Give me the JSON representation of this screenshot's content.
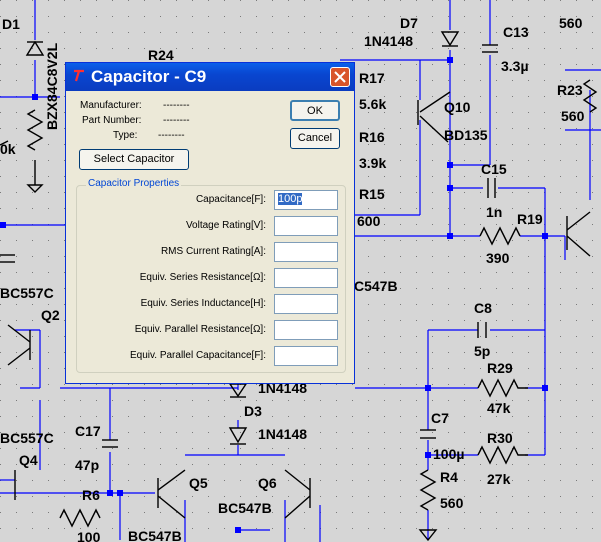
{
  "schematic": {
    "labels": {
      "d1": "D1",
      "zener": "BZX84C8V2L",
      "k_left": "0k",
      "r24": "R24",
      "d7": "D7",
      "d7_model": "1N4148",
      "c13": "C13",
      "c13_value": "3.3µ",
      "r_top_right_value": "560",
      "r23": "R23",
      "r23_value": "560",
      "r17": "R17",
      "r17_value": "5.6k",
      "q10": "Q10",
      "q10_model": "BD135",
      "r16": "R16",
      "r16_value": "3.9k",
      "c15": "C15",
      "c15_value": "1n",
      "r15": "R15",
      "r15_value": "600",
      "r19": "R19",
      "r19_value": "390",
      "bc557c_left": "BC557C",
      "q2": "Q2",
      "c547b_partial": "C547B",
      "c8": "C8",
      "c8_value": "5p",
      "r29": "R29",
      "r29_value": "47k",
      "n4148_partial": "1N4148",
      "d3": "D3",
      "d3_model": "1N4148",
      "c7": "C7",
      "c7_value": "100µ",
      "r30": "R30",
      "r30_value": "27k",
      "r4": "R4",
      "r4_value": "560",
      "bc557c_q4": "BC557C",
      "q4": "Q4",
      "c17": "C17",
      "c17_value": "47p",
      "q5": "Q5",
      "q6": "Q6",
      "r6": "R6",
      "r6_value": "100",
      "bc547b_q6": "BC547B",
      "bc547b_q5": "BC547B"
    }
  },
  "dialog": {
    "title": "Capacitor - C9",
    "info": {
      "manufacturer_label": "Manufacturer:",
      "manufacturer_value": "--------",
      "part_number_label": "Part Number:",
      "part_number_value": "--------",
      "type_label": "Type:",
      "type_value": "--------"
    },
    "select_button": "Select Capacitor",
    "ok_button": "OK",
    "cancel_button": "Cancel",
    "group_title": "Capacitor Properties",
    "fields": [
      {
        "label": "Capacitance[F]:",
        "value": "100p"
      },
      {
        "label": "Voltage Rating[V]:",
        "value": ""
      },
      {
        "label": "RMS Current Rating[A]:",
        "value": ""
      },
      {
        "label": "Equiv. Series Resistance[Ω]:",
        "value": ""
      },
      {
        "label": "Equiv. Series Inductance[H]:",
        "value": ""
      },
      {
        "label": "Equiv. Parallel Resistance[Ω]:",
        "value": ""
      },
      {
        "label": "Equiv. Parallel Capacitance[F]:",
        "value": ""
      }
    ]
  },
  "colors": {
    "wire": "#0000ff",
    "component": "#000000",
    "junction": "#0000ff",
    "title_bar": "#0a53e0",
    "background": "#d6d6d6"
  }
}
